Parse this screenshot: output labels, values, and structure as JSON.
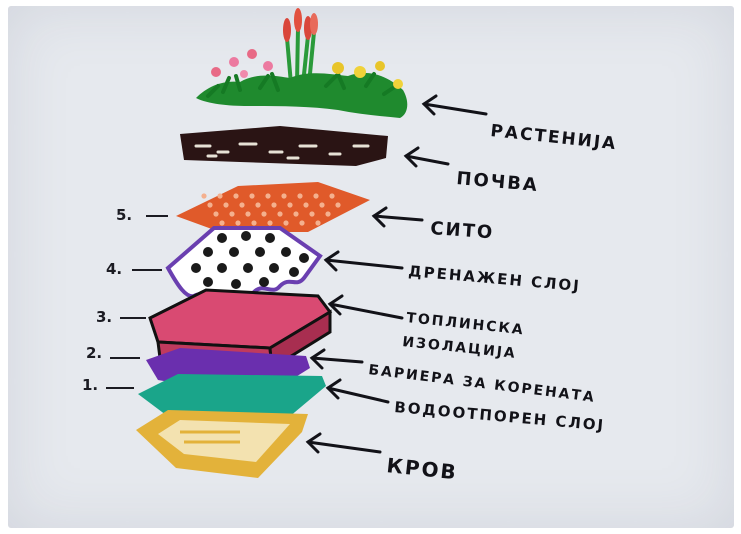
{
  "layers": [
    {
      "id": "plants",
      "label": "РАСТЕНИЈА",
      "number": ""
    },
    {
      "id": "soil",
      "label": "ПОЧВА",
      "number": ""
    },
    {
      "id": "sieve",
      "label": "СИТО",
      "number": "5."
    },
    {
      "id": "drainage",
      "label": "ДРЕНАЖЕН СЛОЈ",
      "number": "4."
    },
    {
      "id": "insulation",
      "label": "ТОПЛИНСКА ИЗОЛАЦИЈА",
      "number": "3."
    },
    {
      "id": "root_barrier",
      "label": "БАРИЕРА ЗА КОРЕНАТА",
      "number": "2."
    },
    {
      "id": "waterproof",
      "label": "ВОДООТПОРЕН СЛОЈ",
      "number": "1."
    },
    {
      "id": "roof",
      "label": "КРОВ",
      "number": ""
    }
  ],
  "insulation_label_lines": [
    "ТОПЛИНСКА",
    "ИЗОЛАЦИЈА"
  ],
  "colors": {
    "paper": "#e6e9ee",
    "ink": "#121218",
    "plants_green": "#1f8a2e",
    "flower_pink": "#e86a86",
    "flower_yellow": "#e8c52a",
    "flower_red": "#d9463a",
    "soil": "#2a1414",
    "sieve": "#e05a2a",
    "drainage": "#6a3fb0",
    "insulation": "#d94a72",
    "root_barrier": "#6a2fae",
    "waterproof": "#1aa58a",
    "roof": "#e3b23a"
  }
}
